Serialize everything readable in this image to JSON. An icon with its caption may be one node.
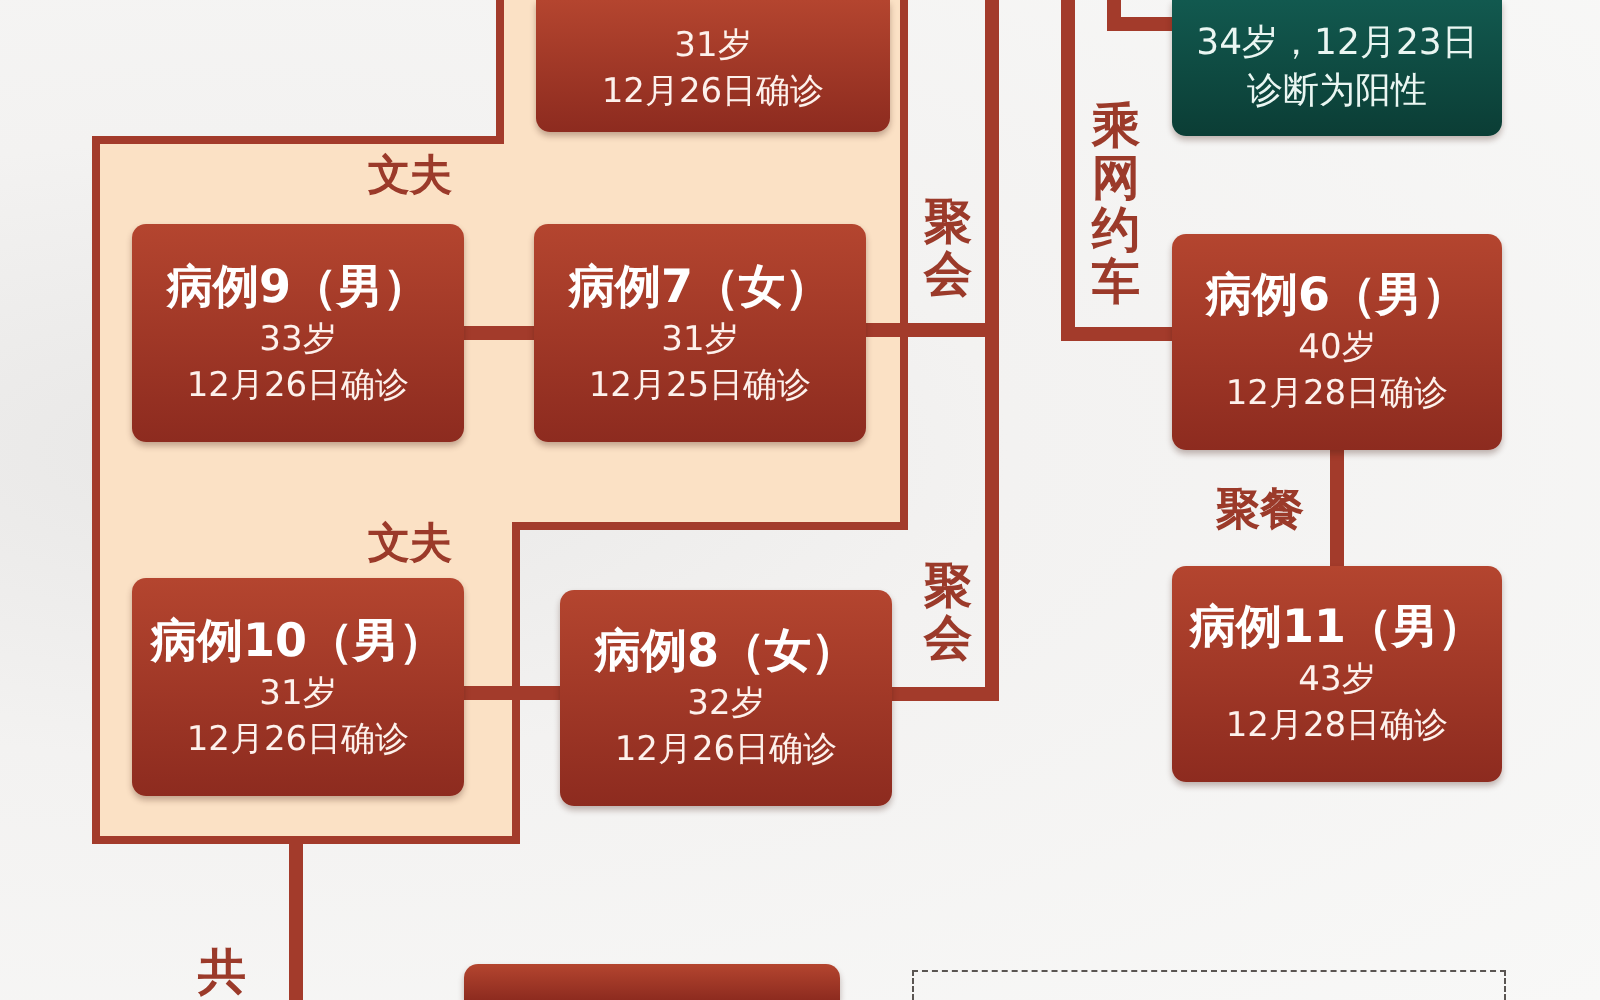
{
  "diagram": {
    "nodes": [
      {
        "text": [],
        "shape": "box"
      },
      {
        "text": [
          "31岁",
          "12月26日确诊"
        ],
        "in": 0
      },
      {
        "text": [
          "34岁，12月23日诊断为阳性"
        ]
      },
      {
        "text": [
          "病例9（男）",
          "33岁",
          "12月26日确诊"
        ],
        "in": 0,
        "beside": [
          "文夫"
        ]
      },
      {
        "text": [
          "病例7（女）",
          "31岁",
          "12月25日确诊"
        ],
        "in": 0
      },
      {
        "text": [
          "病例6（男）",
          "40岁",
          "12月28日确诊"
        ]
      },
      {
        "text": [
          "病例10（男）",
          "31岁",
          "12月26日确诊"
        ],
        "in": 0,
        "beside": [
          "文夫"
        ]
      },
      {
        "text": [
          "病例8（女）",
          "32岁",
          "12月26日确诊"
        ]
      },
      {
        "text": [
          "病例11（男）",
          "43岁",
          "12月28日确诊"
        ]
      },
      {
        "text": [],
        "shape": "box"
      }
    ],
    "edges": [
      {
        "from": 3,
        "to": 4,
        "arrow": "none"
      },
      {
        "from": null,
        "to": 4,
        "arrow": "none",
        "label": "聚会"
      },
      {
        "from": null,
        "to": 7,
        "arrow": "none",
        "label": "聚会"
      },
      {
        "from": null,
        "to": 2,
        "arrow": "none"
      },
      {
        "from": null,
        "to": 5,
        "arrow": "none",
        "label": "乘网约车"
      },
      {
        "from": 6,
        "to": 7,
        "arrow": "none"
      },
      {
        "from": 5,
        "to": 8,
        "arrow": "none",
        "label": "聚餐"
      },
      {
        "from": 0,
        "to": null,
        "arrow": "none",
        "label": "共"
      }
    ]
  }
}
